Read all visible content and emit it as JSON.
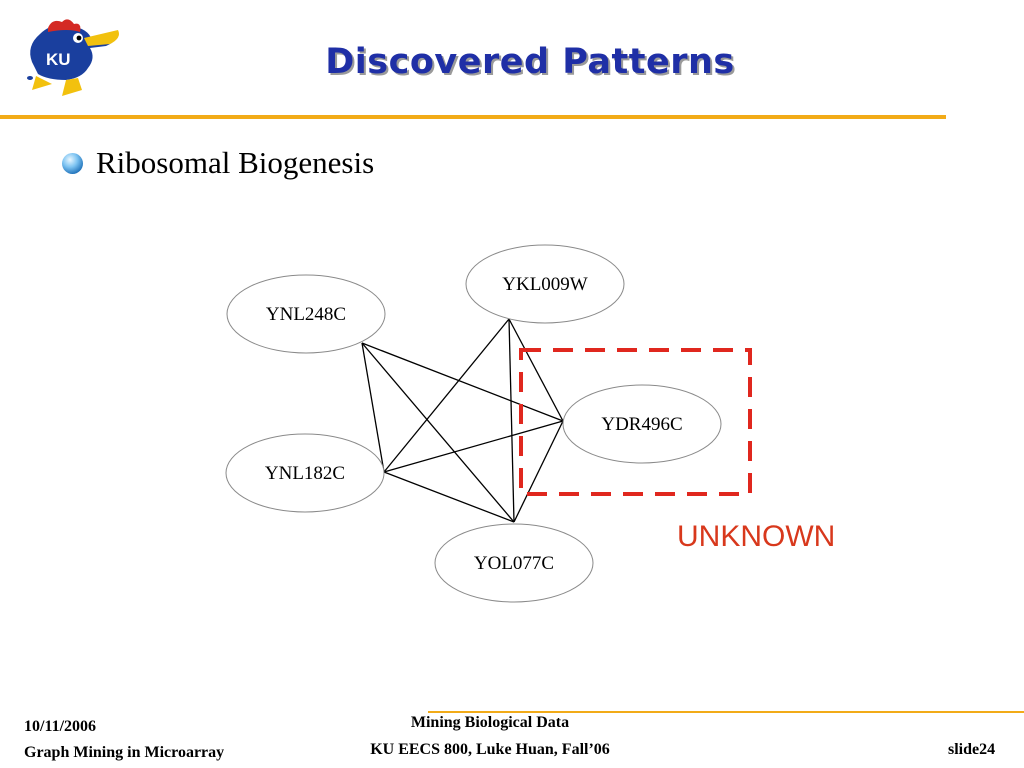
{
  "logo": {
    "text": "KU"
  },
  "title": "Discovered Patterns",
  "bullet": {
    "text": "Ribosomal Biogenesis"
  },
  "diagram": {
    "nodes": [
      {
        "id": "YNL248C",
        "label": "YNL248C"
      },
      {
        "id": "YKL009W",
        "label": "YKL009W"
      },
      {
        "id": "YDR496C",
        "label": "YDR496C"
      },
      {
        "id": "YNL182C",
        "label": "YNL182C"
      },
      {
        "id": "YOL077C",
        "label": "YOL077C"
      }
    ],
    "edges": [
      [
        "YNL248C",
        "YDR496C"
      ],
      [
        "YNL248C",
        "YNL182C"
      ],
      [
        "YNL248C",
        "YOL077C"
      ],
      [
        "YKL009W",
        "YNL182C"
      ],
      [
        "YKL009W",
        "YDR496C"
      ],
      [
        "YKL009W",
        "YOL077C"
      ],
      [
        "YNL182C",
        "YDR496C"
      ],
      [
        "YNL182C",
        "YOL077C"
      ],
      [
        "YDR496C",
        "YOL077C"
      ]
    ],
    "highlight": {
      "node": "YDR496C",
      "color": "#e0271e"
    },
    "unknown_label": "UNKNOWN"
  },
  "footer": {
    "date": "10/11/2006",
    "topic": "Graph Mining in Microarray",
    "course_title": "Mining Biological Data",
    "course_info": "KU EECS 800, Luke Huan, Fall’06",
    "slide": "slide24"
  },
  "colors": {
    "title": "#1f2fa6",
    "rule": "#f2ab18",
    "unknown": "#d8381c",
    "highlight_box": "#e0271e"
  }
}
